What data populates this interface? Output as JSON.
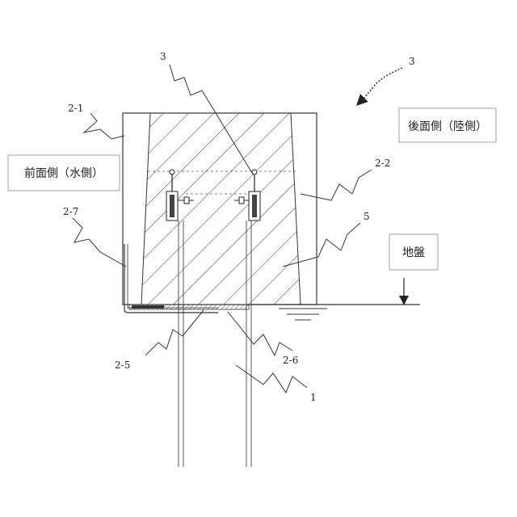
{
  "labels": {
    "label_3_top": "3",
    "label_3_right": "3",
    "label_2_1": "2-1",
    "label_2_2": "2-2",
    "label_5": "5",
    "label_2_7": "2-7",
    "label_2_5": "2-5",
    "label_2_6": "2-6",
    "label_1": "1"
  },
  "boxes": {
    "rear_side": "後面側（陸側）",
    "front_side": "前面側（水側）",
    "ground": "地盤"
  }
}
